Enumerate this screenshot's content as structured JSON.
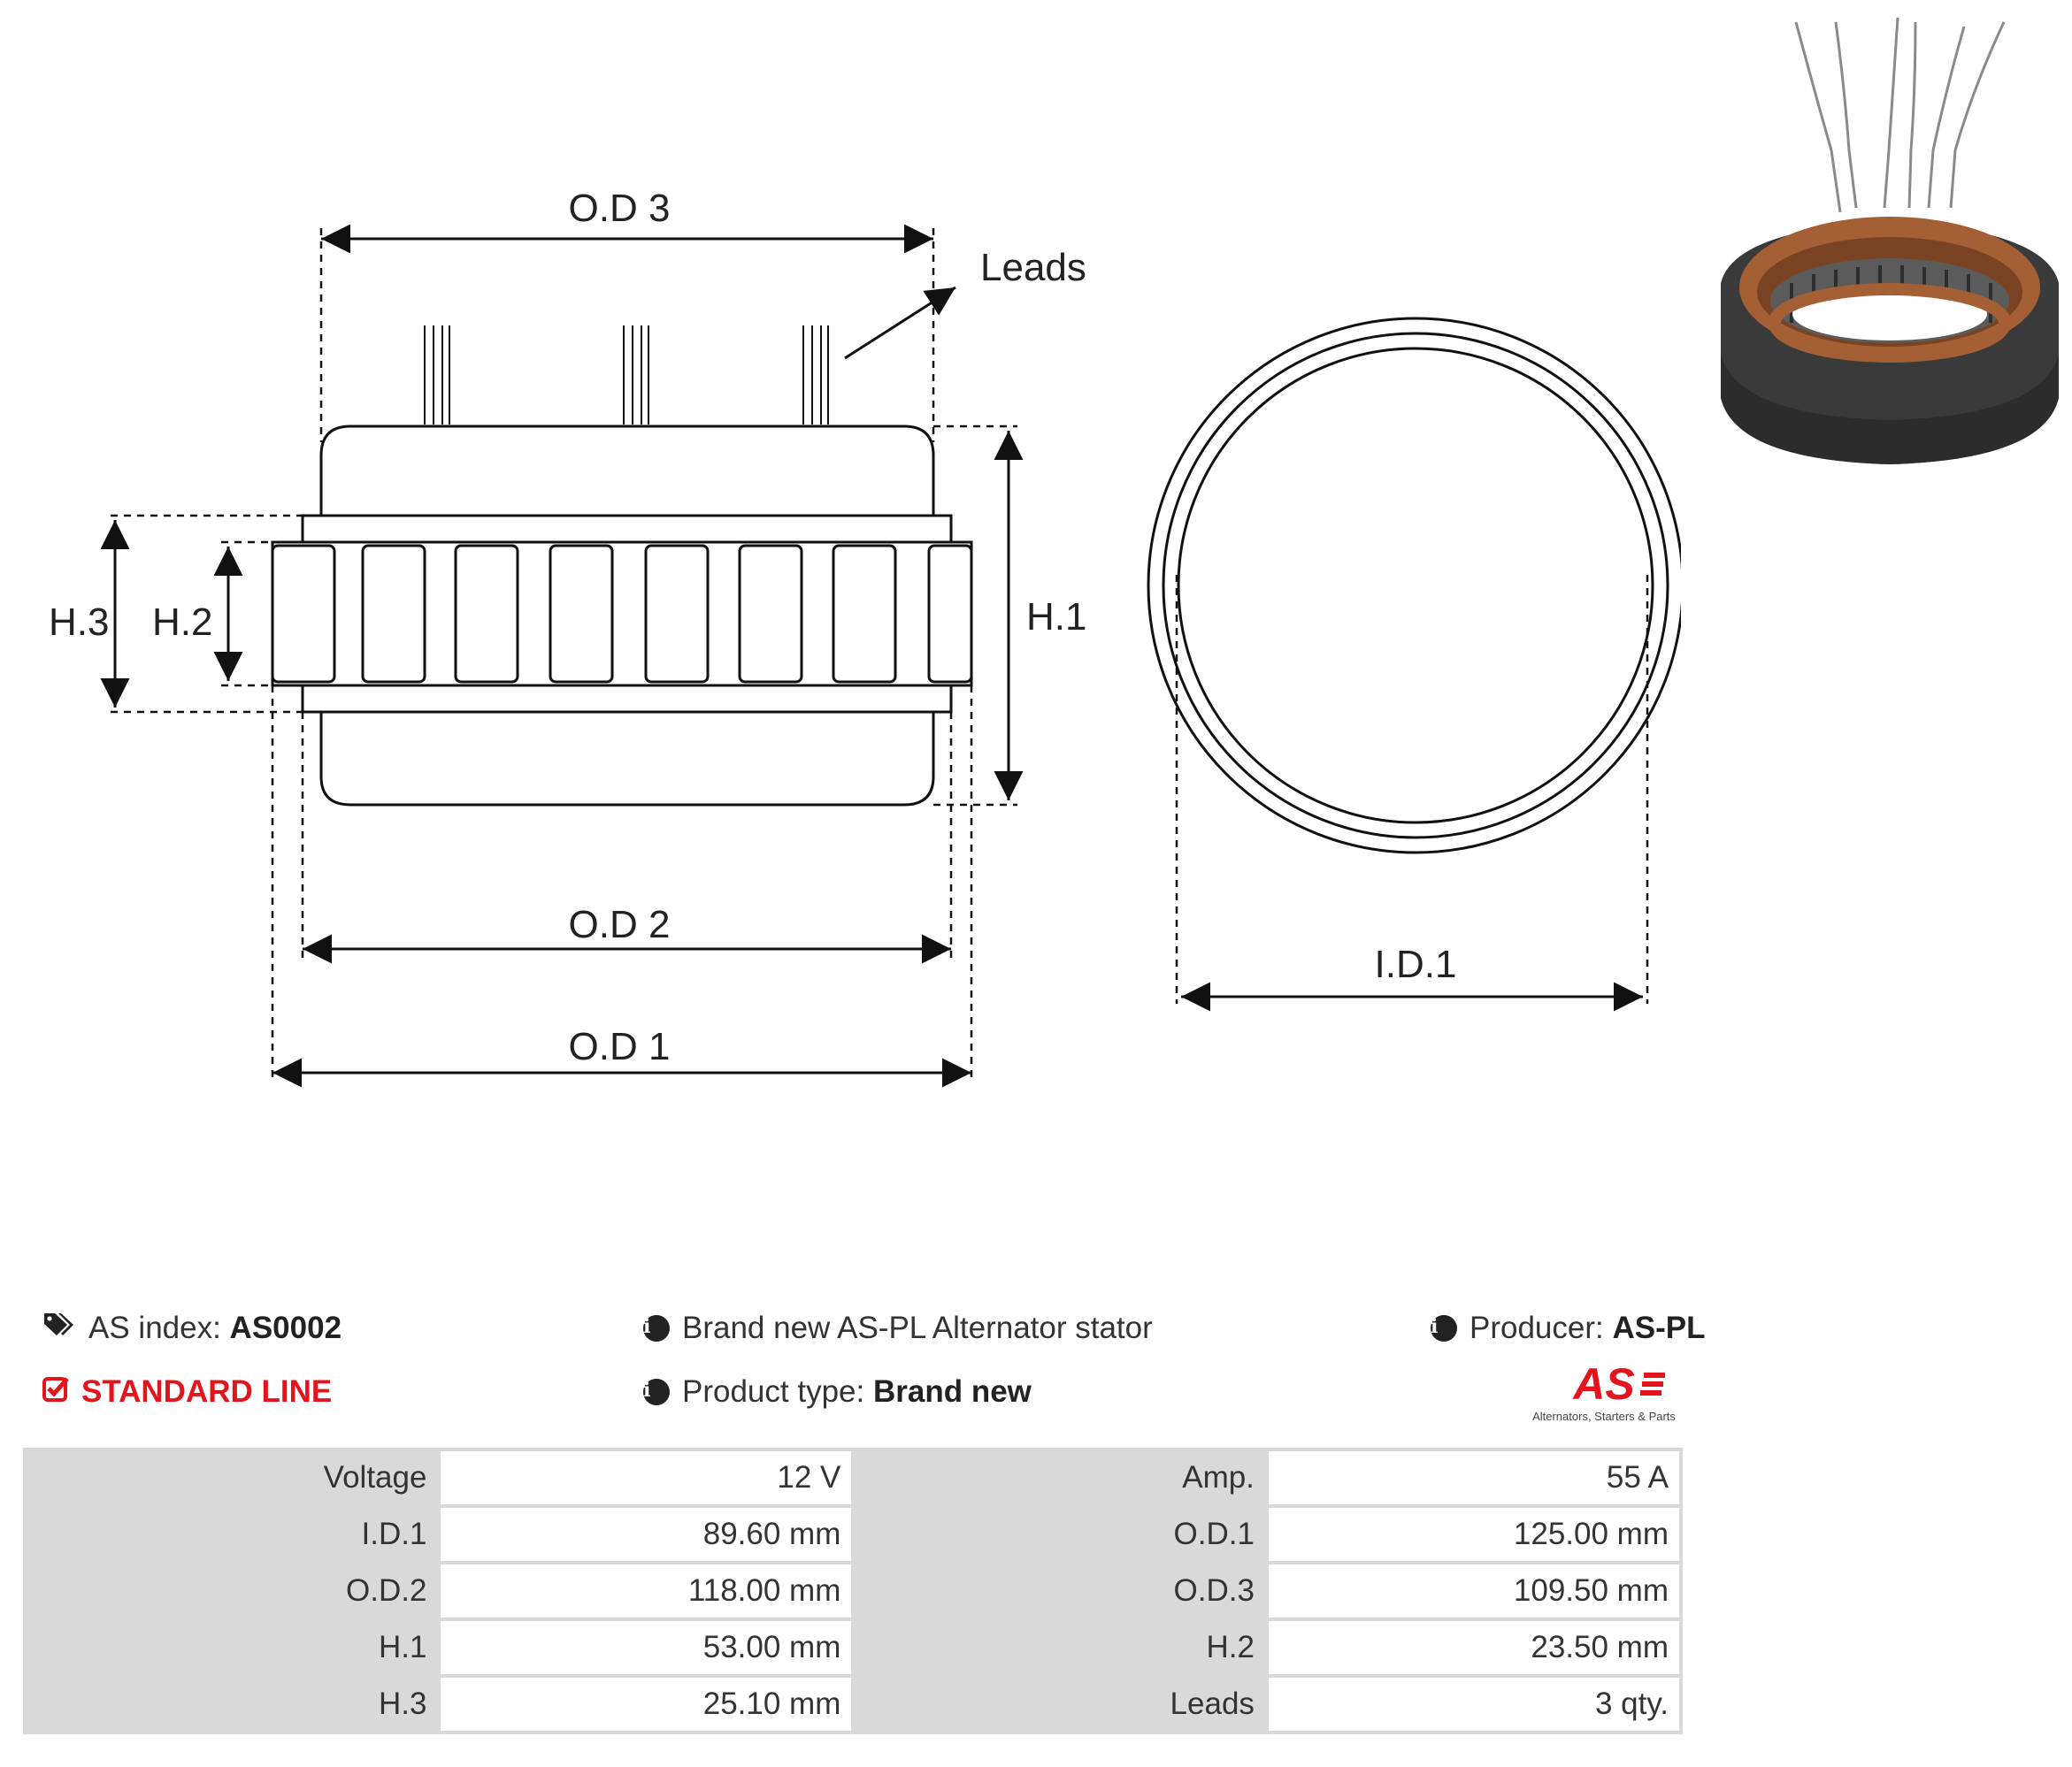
{
  "diagram": {
    "labels": {
      "od3": "O.D 3",
      "od2": "O.D 2",
      "od1": "O.D 1",
      "leads": "Leads",
      "h1": "H.1",
      "h2": "H.2",
      "h3": "H.3",
      "id1": "I.D.1"
    }
  },
  "info": {
    "as_index_label": "AS index:",
    "as_index_value": "AS0002",
    "line": "STANDARD LINE",
    "description": "Brand new AS-PL Alternator stator",
    "product_type_label": "Product type:",
    "product_type_value": "Brand new",
    "producer_label": "Producer:",
    "producer_value": "AS-PL",
    "logo_text": "AS",
    "logo_tagline": "Alternators, Starters & Parts"
  },
  "specs": [
    {
      "k1": "Voltage",
      "v1": "12 V",
      "k2": "Amp.",
      "v2": "55 A"
    },
    {
      "k1": "I.D.1",
      "v1": "89.60 mm",
      "k2": "O.D.1",
      "v2": "125.00 mm"
    },
    {
      "k1": "O.D.2",
      "v1": "118.00 mm",
      "k2": "O.D.3",
      "v2": "109.50 mm"
    },
    {
      "k1": "H.1",
      "v1": "53.00 mm",
      "k2": "H.2",
      "v2": "23.50 mm"
    },
    {
      "k1": "H.3",
      "v1": "25.10 mm",
      "k2": "Leads",
      "v2": "3 qty."
    }
  ],
  "colors": {
    "accent_red": "#e3141b",
    "table_header_bg": "#d9d9d9",
    "copper": "#b06a3a",
    "steel": "#3d3d3d"
  }
}
